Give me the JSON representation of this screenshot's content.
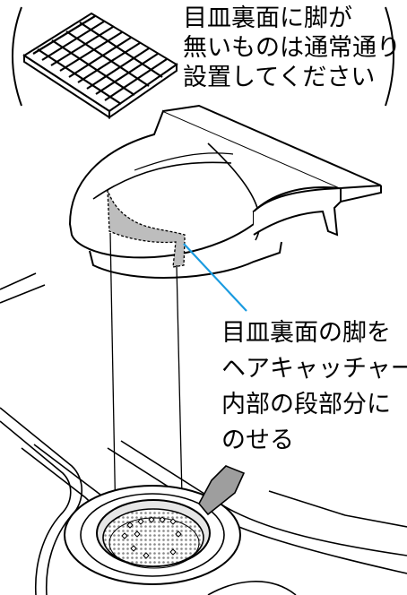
{
  "top_note": {
    "lines": [
      "目皿裏面に脚が",
      "無いものは通常通り",
      "設置してください"
    ]
  },
  "callout": {
    "lines": [
      "目皿裏面の脚を",
      "ヘアキャッチャー",
      "内部の段部分に",
      "のせる"
    ]
  },
  "colors": {
    "leader_line": "#1a9be0",
    "highlight_fill": "#bdbdbd",
    "outline": "#000000"
  }
}
